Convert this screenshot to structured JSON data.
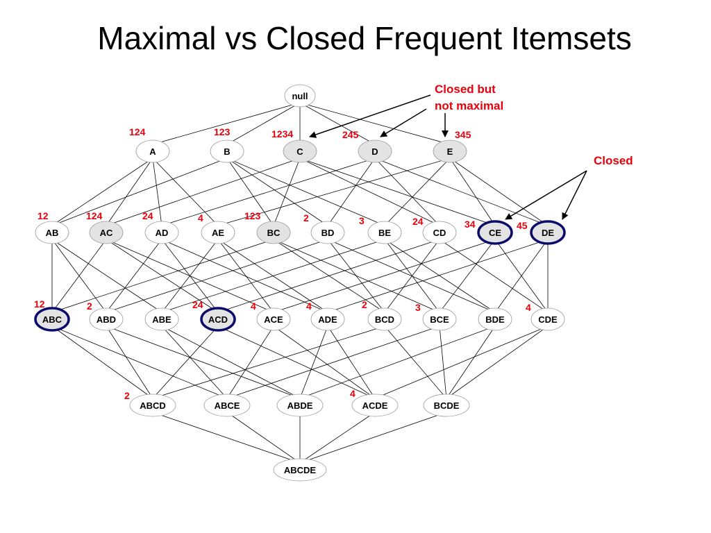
{
  "title": "Maximal vs Closed Frequent Itemsets",
  "annotations": {
    "closed_not_maximal_line1": "Closed but",
    "closed_not_maximal_line2": "not maximal",
    "closed": "Closed"
  },
  "colors": {
    "support_text": "#e8000b",
    "highlight_ring": "#0b0b6b",
    "frequent_fill": "#e3e3e3",
    "node_stroke": "#9a9a9a"
  },
  "nodes": [
    {
      "id": "null",
      "label": "null",
      "state": "plain",
      "support": ""
    },
    {
      "id": "A",
      "label": "A",
      "state": "plain",
      "support": "124"
    },
    {
      "id": "B",
      "label": "B",
      "state": "plain",
      "support": "123"
    },
    {
      "id": "C",
      "label": "C",
      "state": "shaded",
      "support": "1234"
    },
    {
      "id": "D",
      "label": "D",
      "state": "shaded",
      "support": "245"
    },
    {
      "id": "E",
      "label": "E",
      "state": "shaded",
      "support": "345"
    },
    {
      "id": "AB",
      "label": "AB",
      "state": "plain",
      "support": "12"
    },
    {
      "id": "AC",
      "label": "AC",
      "state": "shaded",
      "support": "124"
    },
    {
      "id": "AD",
      "label": "AD",
      "state": "plain",
      "support": "24"
    },
    {
      "id": "AE",
      "label": "AE",
      "state": "plain",
      "support": "4"
    },
    {
      "id": "BC",
      "label": "BC",
      "state": "shaded",
      "support": "123"
    },
    {
      "id": "BD",
      "label": "BD",
      "state": "plain",
      "support": "2"
    },
    {
      "id": "BE",
      "label": "BE",
      "state": "plain",
      "support": "3"
    },
    {
      "id": "CD",
      "label": "CD",
      "state": "plain",
      "support": "24"
    },
    {
      "id": "CE",
      "label": "CE",
      "state": "circled",
      "support": "34"
    },
    {
      "id": "DE",
      "label": "DE",
      "state": "circled",
      "support": "45"
    },
    {
      "id": "ABC",
      "label": "ABC",
      "state": "circled",
      "support": "12"
    },
    {
      "id": "ABD",
      "label": "ABD",
      "state": "plain",
      "support": "2"
    },
    {
      "id": "ABE",
      "label": "ABE",
      "state": "plain",
      "support": ""
    },
    {
      "id": "ACD",
      "label": "ACD",
      "state": "circled",
      "support": "24"
    },
    {
      "id": "ACE",
      "label": "ACE",
      "state": "plain",
      "support": "4"
    },
    {
      "id": "ADE",
      "label": "ADE",
      "state": "plain",
      "support": "4"
    },
    {
      "id": "BCD",
      "label": "BCD",
      "state": "plain",
      "support": "2"
    },
    {
      "id": "BCE",
      "label": "BCE",
      "state": "plain",
      "support": "3"
    },
    {
      "id": "BDE",
      "label": "BDE",
      "state": "plain",
      "support": ""
    },
    {
      "id": "CDE",
      "label": "CDE",
      "state": "plain",
      "support": "4"
    },
    {
      "id": "ABCD",
      "label": "ABCD",
      "state": "plain",
      "support": "2"
    },
    {
      "id": "ABCE",
      "label": "ABCE",
      "state": "plain",
      "support": ""
    },
    {
      "id": "ABDE",
      "label": "ABDE",
      "state": "plain",
      "support": ""
    },
    {
      "id": "ACDE",
      "label": "ACDE",
      "state": "plain",
      "support": "4"
    },
    {
      "id": "BCDE",
      "label": "BCDE",
      "state": "plain",
      "support": ""
    },
    {
      "id": "ABCDE",
      "label": "ABCDE",
      "state": "plain",
      "support": ""
    }
  ]
}
